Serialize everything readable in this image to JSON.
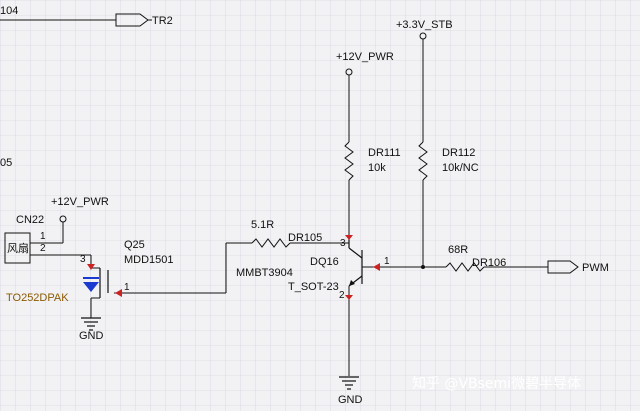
{
  "labels": {
    "edge_top": "104",
    "edge_mid": "05",
    "tr2": "TR2",
    "stb": "+3.3V_STB",
    "pwr_top": "+12V_PWR",
    "pwr_left": "+12V_PWR",
    "dr111": "DR111",
    "dr111_val": "10k",
    "dr112": "DR112",
    "dr112_val": "10k/NC",
    "cn22": "CN22",
    "fan": "风扇",
    "cn_pin1": "1",
    "cn_pin2": "2",
    "r51": "5.1R",
    "dr105": "DR105",
    "q25": "Q25",
    "q25_part": "MDD1501",
    "q_pin3": "3",
    "q_pin1": "1",
    "q_package": "TO252DPAK",
    "gnd_left": "GND",
    "mmbt": "MMBT3904",
    "dq16": "DQ16",
    "tsot": "T_SOT-23",
    "dq_pin3": "3",
    "dq_pin2": "2",
    "dq_pin1": "1",
    "r68": "68R",
    "dr106": "DR106",
    "pwm": "PWM",
    "gnd_right": "GND",
    "watermark": "知乎 @VBsemi微碧半导体"
  },
  "colors": {
    "background": "#f2f2f4",
    "grid": "#c8c8d8",
    "wire": "#111111",
    "pin_marker": "#cc2222",
    "mosfet_fill": "#1a3ad0",
    "package_text": "#8a5a00"
  }
}
